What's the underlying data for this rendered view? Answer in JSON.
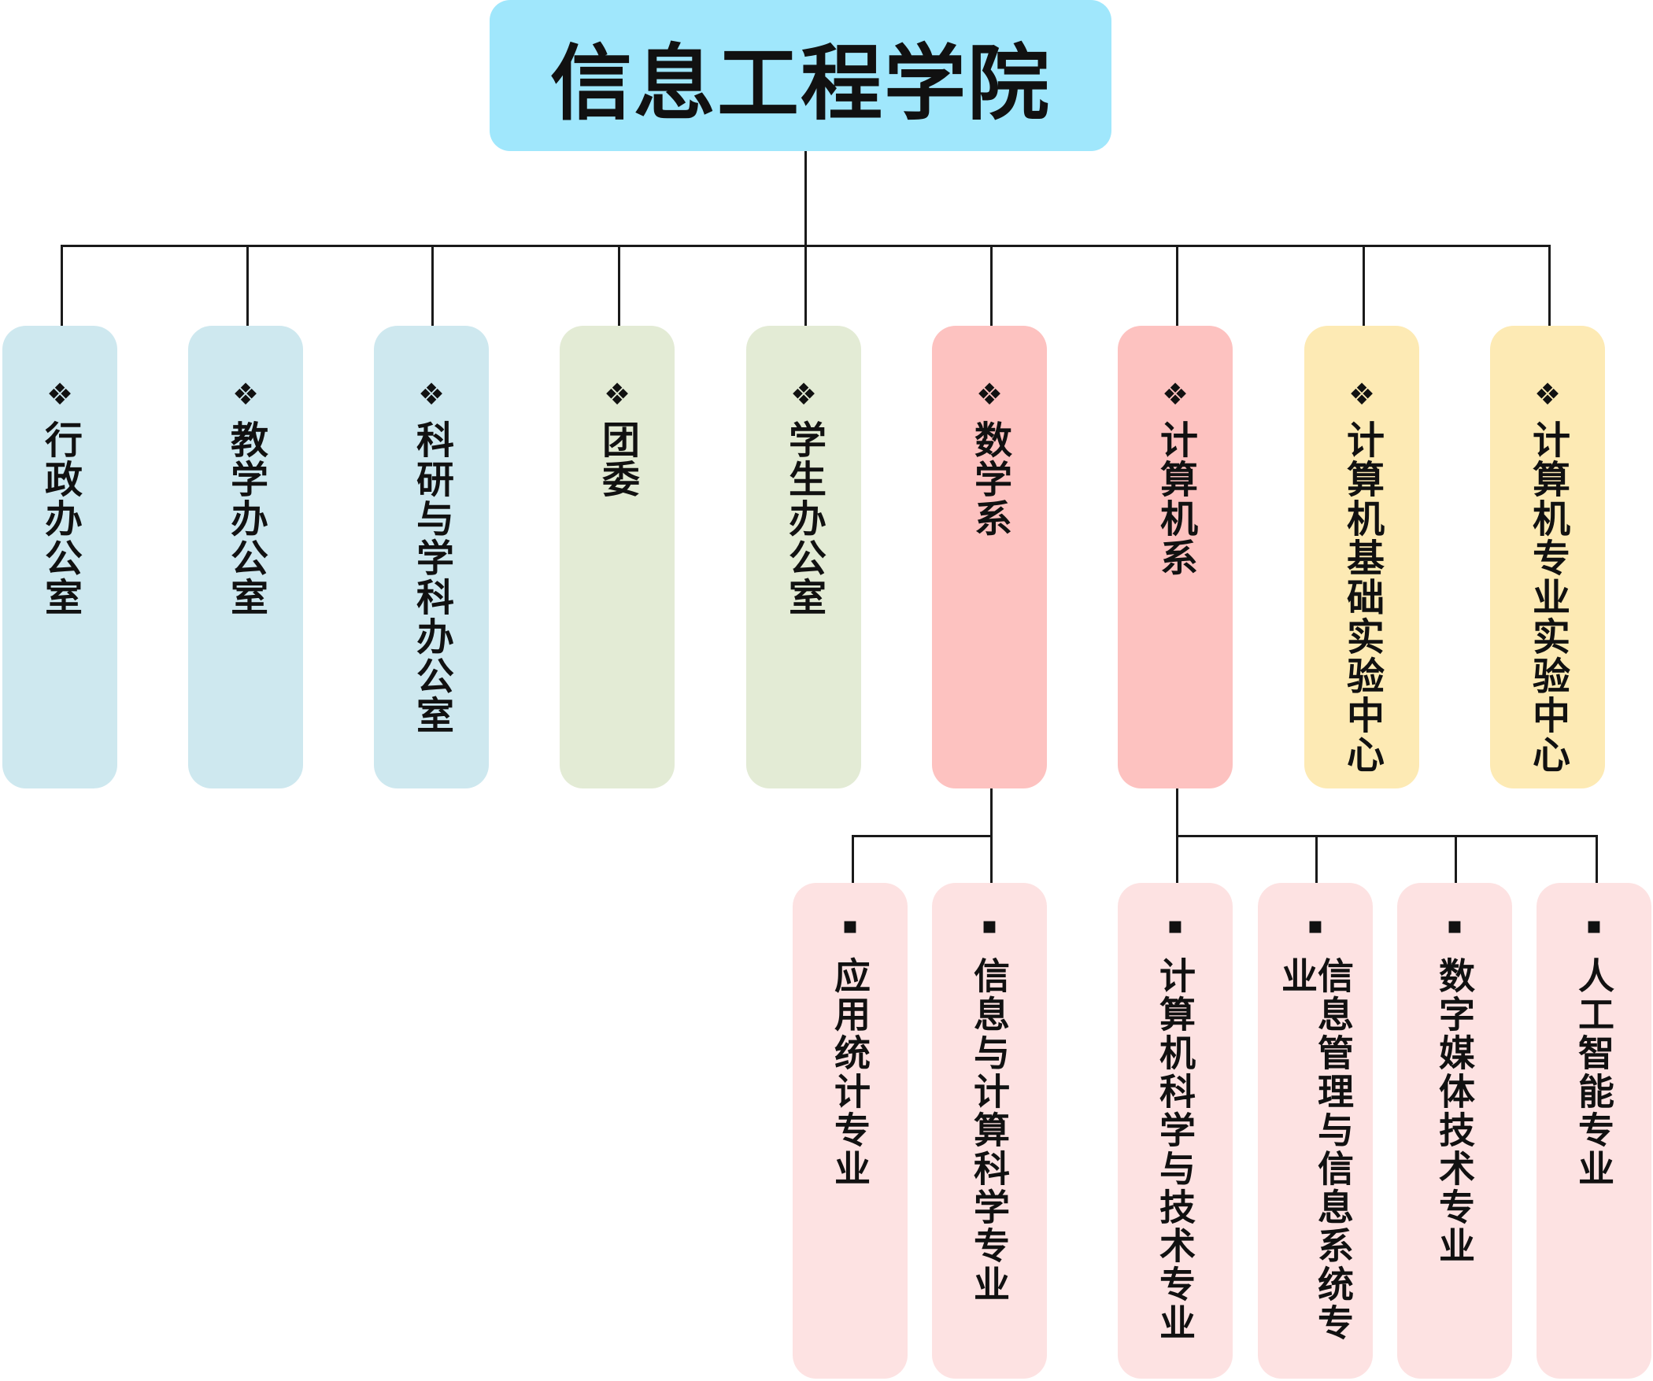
{
  "root": {
    "title": "信息工程学院",
    "color": "#a0e7fc"
  },
  "departments": [
    {
      "label": "行政办公室",
      "bullet": "❖",
      "color": "#cee8ef"
    },
    {
      "label": "教学办公室",
      "bullet": "❖",
      "color": "#cee8ef"
    },
    {
      "label": "科研与学科办公室",
      "bullet": "❖",
      "color": "#cee8ef"
    },
    {
      "label": "团委",
      "bullet": "❖",
      "color": "#e3ebd5"
    },
    {
      "label": "学生办公室",
      "bullet": "❖",
      "color": "#e3ebd5"
    },
    {
      "label": "数学系",
      "bullet": "❖",
      "color": "#fdc2c0"
    },
    {
      "label": "计算机系",
      "bullet": "❖",
      "color": "#fdc2c0"
    },
    {
      "label": "计算机基础实验中心",
      "bullet": "❖",
      "color": "#fdeab4"
    },
    {
      "label": "计算机专业实验中心",
      "bullet": "❖",
      "color": "#fdeab4"
    }
  ],
  "majors": {
    "math": [
      {
        "label": "应用统计专业",
        "bullet": "▪"
      },
      {
        "label": "信息与计算科学专业",
        "bullet": "▪"
      }
    ],
    "cs": [
      {
        "label": "计算机科学与技术专业",
        "bullet": "▪"
      },
      {
        "label": "信息管理与信息系统专业",
        "bullet": "▪"
      },
      {
        "label": "数字媒体技术专业",
        "bullet": "▪"
      },
      {
        "label": "人工智能专业",
        "bullet": "▪"
      }
    ],
    "color": "#fde2e2"
  }
}
